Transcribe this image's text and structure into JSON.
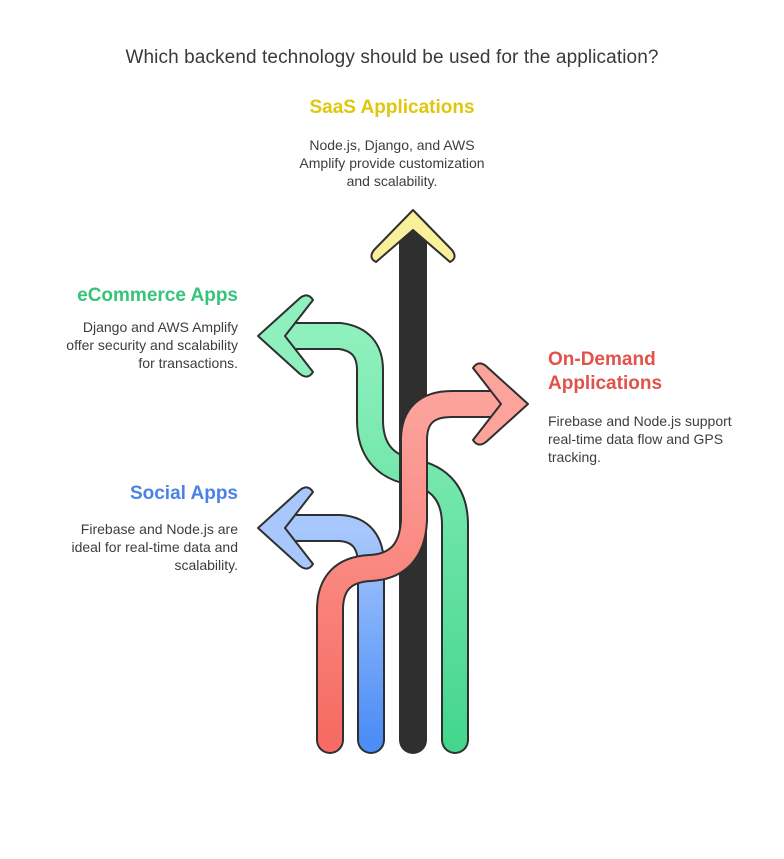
{
  "title": "Which backend technology should be used for the application?",
  "branches": {
    "saas": {
      "heading": "SaaS Applications",
      "description": "Node.js, Django, and AWS Amplify provide customization and scalability.",
      "color": "#e3c90a",
      "fill": "#f7ea6e"
    },
    "ecommerce": {
      "heading": "eCommerce Apps",
      "description": "Django and AWS Amplify offer security and scalability for transactions.",
      "color": "#3cc57c",
      "fill": "#6fe3a7"
    },
    "social": {
      "heading": "Social Apps",
      "description": "Firebase and Node.js are ideal for real-time data and scalability.",
      "color": "#4a82e8",
      "fill": "#8ab4fb"
    },
    "ondemand": {
      "heading_line1": "On-Demand",
      "heading_line2": "Applications",
      "description": "Firebase and Node.js support real-time data flow and GPS tracking.",
      "color": "#e5534b",
      "fill": "#fb8e86"
    }
  }
}
